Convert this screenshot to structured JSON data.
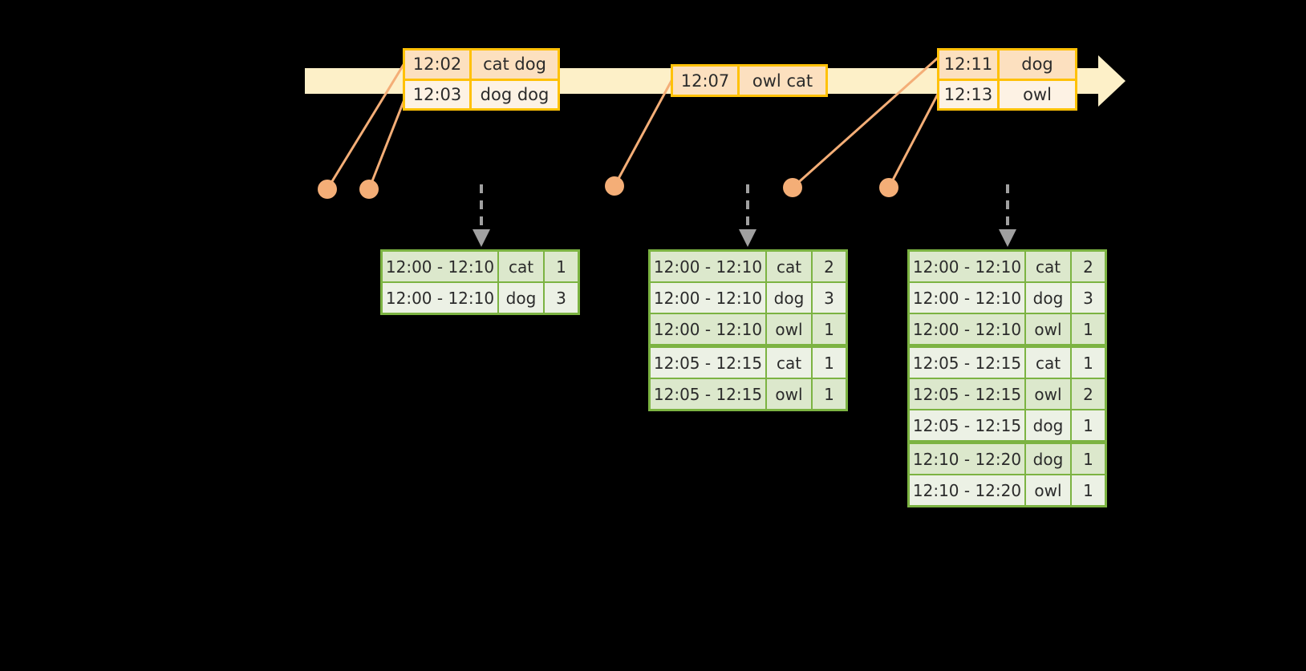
{
  "timeline": {
    "label": "event-stream-timeline",
    "bar_color": "#FDF0C8",
    "arrow_direction": "right"
  },
  "events": [
    {
      "name": "event-box-1",
      "rows": [
        {
          "time": "12:02",
          "values": "cat dog"
        },
        {
          "time": "12:03",
          "values": "dog dog"
        }
      ]
    },
    {
      "name": "event-box-2",
      "rows": [
        {
          "time": "12:07",
          "values": "owl cat"
        }
      ]
    },
    {
      "name": "event-box-3",
      "rows": [
        {
          "time": "12:11",
          "values": "dog"
        },
        {
          "time": "12:13",
          "values": "owl"
        }
      ]
    }
  ],
  "dots": [
    {
      "name": "event-dot-1"
    },
    {
      "name": "event-dot-2"
    },
    {
      "name": "event-dot-3"
    },
    {
      "name": "event-dot-4"
    },
    {
      "name": "event-dot-5"
    },
    {
      "name": "event-dot-6"
    }
  ],
  "tables": [
    {
      "name": "result-table-1",
      "groups": [
        {
          "rows": [
            {
              "window": "12:00 - 12:10",
              "key": "cat",
              "count": "1"
            },
            {
              "window": "12:00 - 12:10",
              "key": "dog",
              "count": "3"
            }
          ]
        }
      ]
    },
    {
      "name": "result-table-2",
      "groups": [
        {
          "rows": [
            {
              "window": "12:00 - 12:10",
              "key": "cat",
              "count": "2"
            },
            {
              "window": "12:00 - 12:10",
              "key": "dog",
              "count": "3"
            },
            {
              "window": "12:00 - 12:10",
              "key": "owl",
              "count": "1"
            }
          ]
        },
        {
          "rows": [
            {
              "window": "12:05 - 12:15",
              "key": "cat",
              "count": "1"
            },
            {
              "window": "12:05 - 12:15",
              "key": "owl",
              "count": "1"
            }
          ]
        }
      ]
    },
    {
      "name": "result-table-3",
      "groups": [
        {
          "rows": [
            {
              "window": "12:00 - 12:10",
              "key": "cat",
              "count": "2"
            },
            {
              "window": "12:00 - 12:10",
              "key": "dog",
              "count": "3"
            },
            {
              "window": "12:00 - 12:10",
              "key": "owl",
              "count": "1"
            }
          ]
        },
        {
          "rows": [
            {
              "window": "12:05 - 12:15",
              "key": "cat",
              "count": "1"
            },
            {
              "window": "12:05 - 12:15",
              "key": "owl",
              "count": "2"
            },
            {
              "window": "12:05 - 12:15",
              "key": "dog",
              "count": "1"
            }
          ]
        },
        {
          "rows": [
            {
              "window": "12:10 - 12:20",
              "key": "dog",
              "count": "1"
            },
            {
              "window": "12:10 - 12:20",
              "key": "owl",
              "count": "1"
            }
          ]
        }
      ]
    }
  ],
  "colors": {
    "timeline": "#FDF0C8",
    "event_border": "#FFC107",
    "event_fill_dark": "#FCE0BF",
    "event_fill_light": "#FDF2E4",
    "dot": "#F4AE77",
    "connector": "#F4AE77",
    "table_border": "#7CB342",
    "table_fill_dark": "#DCE8CC",
    "table_fill_light": "#ECF1E5",
    "dashed_arrow": "#A0A0A0"
  }
}
